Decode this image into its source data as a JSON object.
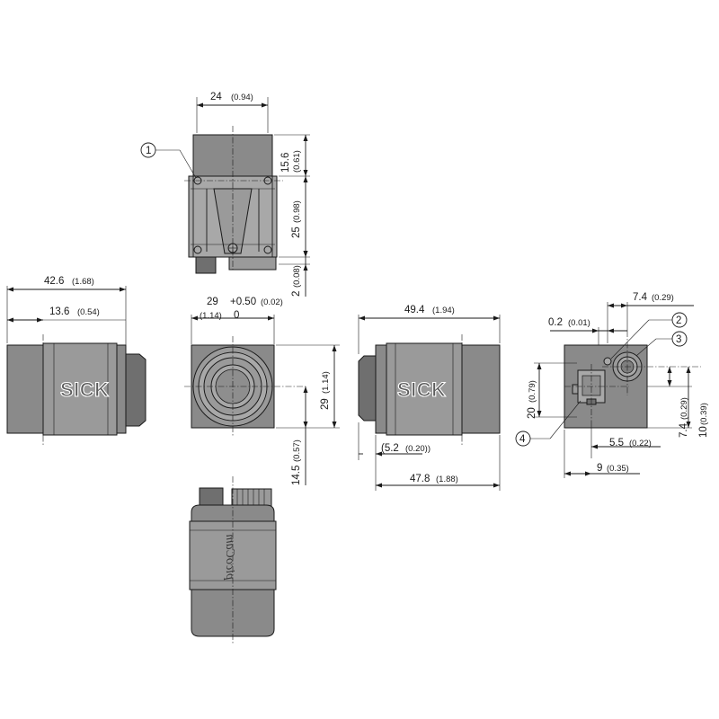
{
  "dimensions": {
    "top_width": "24",
    "top_width_in": "(0.94)",
    "top_h1": "15.6",
    "top_h1_in": "(0.61)",
    "top_h2": "25",
    "top_h2_in": "(0.98)",
    "top_h3": "2",
    "top_h3_in": "(0.08)",
    "left_total": "42.6",
    "left_total_in": "(1.68)",
    "left_part": "13.6",
    "left_part_in": "(0.54)",
    "front_width": "29",
    "front_tol_plus": "+0.50",
    "front_tol_plus_in": "(0.02)",
    "front_width_in": "(1.14)",
    "front_tol_minus": "0",
    "front_height": "29",
    "front_height_in": "(1.14)",
    "front_center": "14.5",
    "front_center_in": "(0.57)",
    "side_total": "49.4",
    "side_total_in": "(1.94)",
    "side_offset": "(5.2",
    "side_offset_in": "(0.20))",
    "side_body": "47.8",
    "side_body_in": "(1.88)",
    "rear_conn_x": "7.4",
    "rear_conn_x_in": "(0.29)",
    "rear_small": "0.2",
    "rear_small_in": "(0.01)",
    "rear_height": "20",
    "rear_height_in": "(0.79)",
    "rear_conn_y": "7.4",
    "rear_conn_y_in": "(0.29)",
    "rear_conn_y2": "10",
    "rear_conn_y2_in": "(0.39)",
    "rear_rj_x": "5.5",
    "rear_rj_x_in": "(0.22)",
    "rear_rj_x2": "9",
    "rear_rj_x2_in": "(0.35)"
  },
  "callouts": {
    "c1": "1",
    "c2": "2",
    "c3": "3",
    "c4": "4"
  },
  "labels": {
    "logo_left": "SICK",
    "logo_side": "SICK",
    "brand_bottom": "picoCam"
  }
}
